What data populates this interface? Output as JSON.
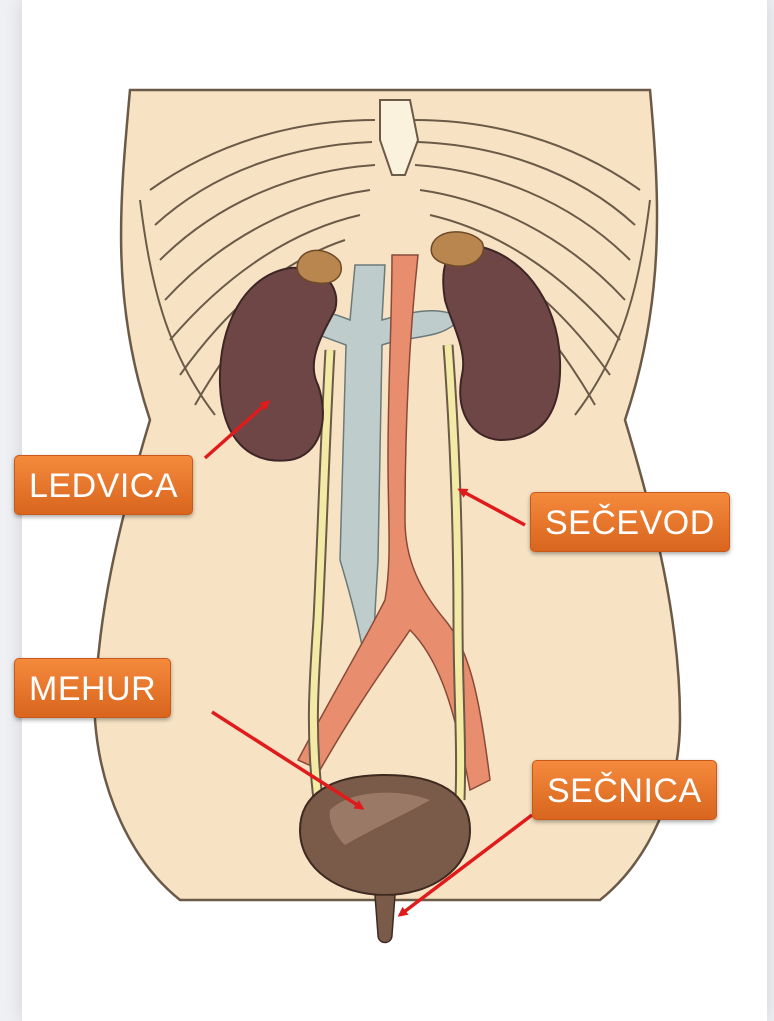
{
  "labels": {
    "kidney": "LEDVICA",
    "ureter": "SEČEVOD",
    "bladder": "MEHUR",
    "urethra": "SEČNICA"
  },
  "colors": {
    "skin": "#f7e3c4",
    "outline": "#6b5a48",
    "kidney": "#6e4646",
    "adrenal": "#b8864e",
    "vein": "#bfcccc",
    "artery": "#e88e6e",
    "ureter": "#f3eaa6",
    "bladder": "#7a5a48",
    "label_bg": "#e8742a",
    "arrow": "#e01b1b"
  }
}
